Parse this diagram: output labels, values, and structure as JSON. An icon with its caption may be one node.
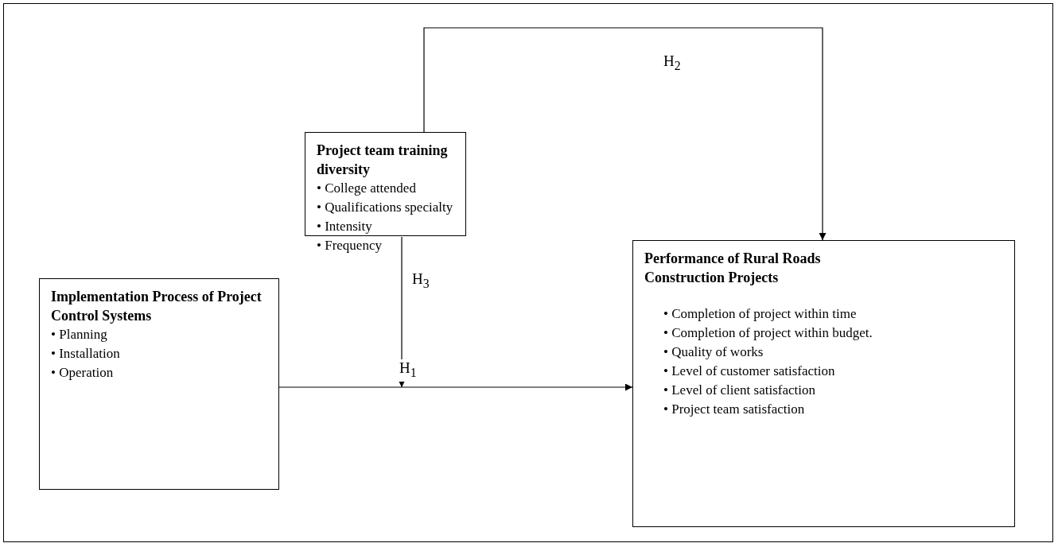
{
  "diagram": {
    "nodes": [
      {
        "text": [
          "Project team training diversity",
          "• College attended",
          "• Qualifications specialty",
          "• Intensity",
          "• Frequency"
        ]
      },
      {
        "text": [
          "Implementation Process of Project Control Systems",
          "• Planning",
          "• Installation",
          "• Operation"
        ]
      },
      {
        "text": [
          "Performance of Rural Roads Construction Projects",
          "• Completion of project within time",
          "• Completion of project within budget.",
          "• Quality of works",
          "• Level of customer satisfaction",
          "• Level of client satisfaction",
          "• Project team satisfaction"
        ]
      }
    ],
    "edges": [
      {
        "from": 1,
        "to": 2,
        "arrow": "to",
        "label": "H$_{1}$"
      },
      {
        "from": 0,
        "to": 2,
        "arrow": "to",
        "label": "H$_{2}$"
      },
      {
        "from": 0,
        "to": null,
        "arrow": "to",
        "label": "H$_{3}$"
      }
    ]
  }
}
